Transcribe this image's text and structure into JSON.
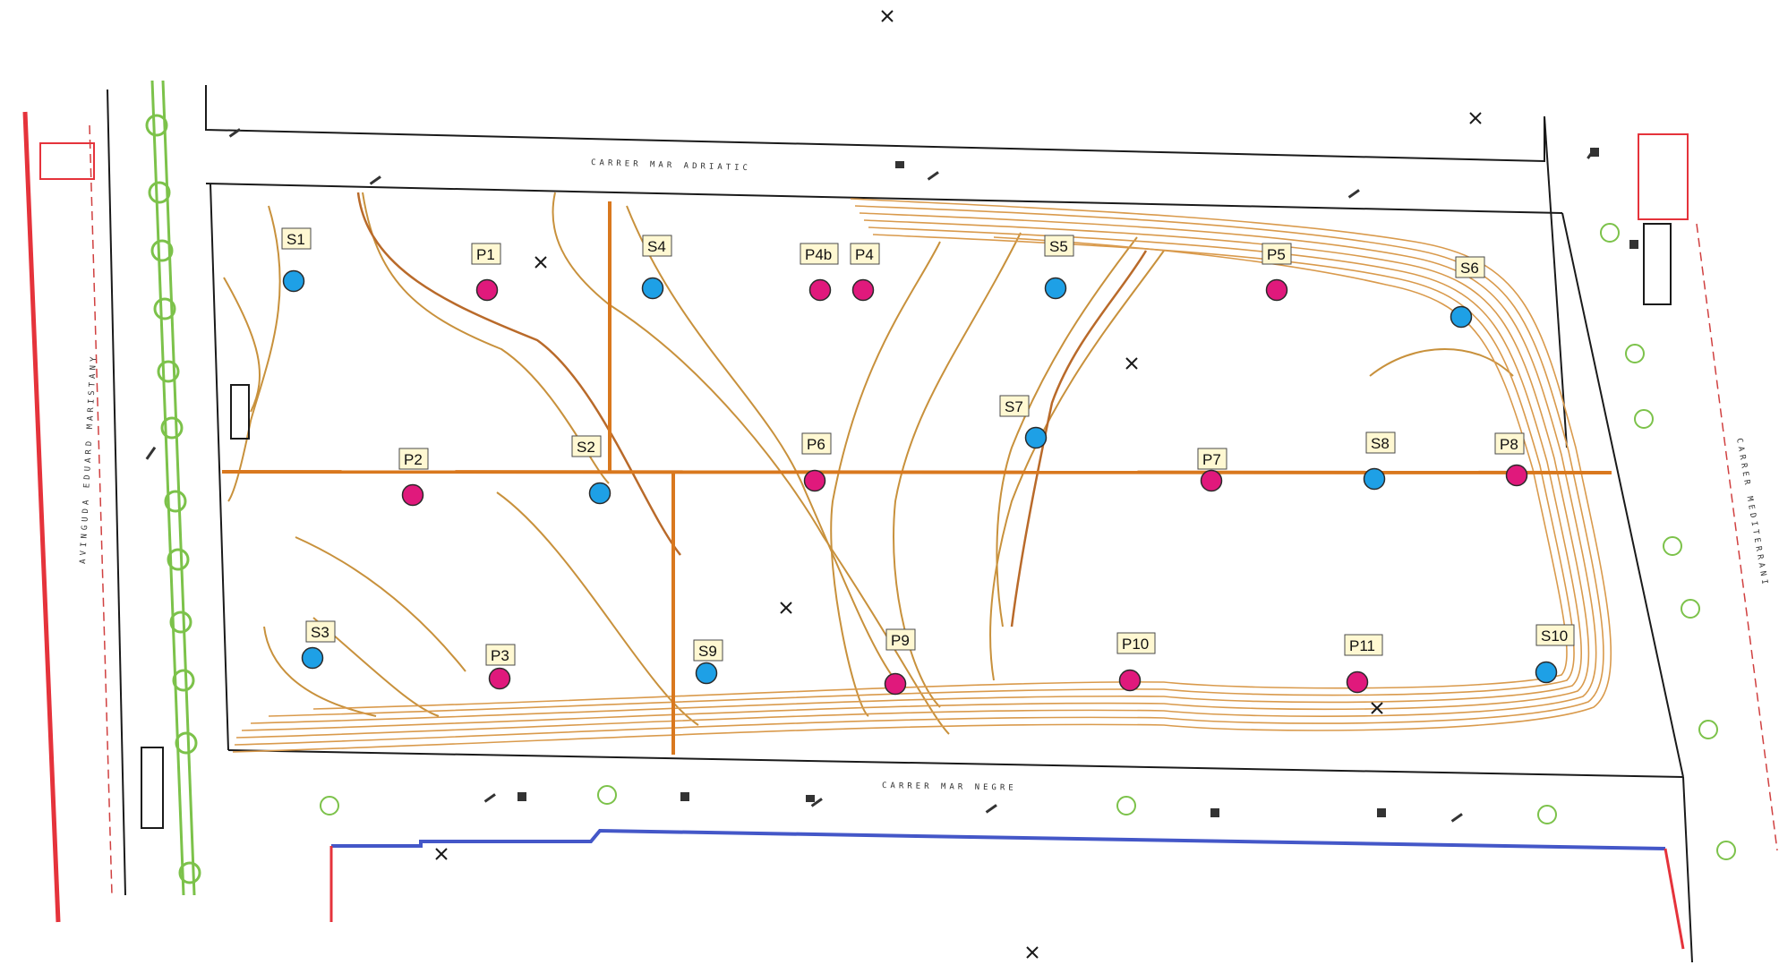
{
  "legend_colors": {
    "S": "#1ea0e6",
    "P": "#e0197c",
    "contour": "#c8913c",
    "contour_dark": "#b96a2a",
    "grid_line": "#d9781e",
    "tree": "#7cc24a",
    "boundary_red": "#e5333b",
    "boundary_blue": "#4457c8"
  },
  "streets": {
    "north": "CARRER MAR ADRIATIC",
    "south": "CARRER MAR NEGRE",
    "west": "AVINGUDA EDUARD MARISTANY",
    "east": "CARRER MEDITERRANI"
  },
  "points": [
    {
      "id": "S1",
      "type": "S"
    },
    {
      "id": "P1",
      "type": "P"
    },
    {
      "id": "S4",
      "type": "S"
    },
    {
      "id": "P4b",
      "type": "P"
    },
    {
      "id": "P4",
      "type": "P"
    },
    {
      "id": "S5",
      "type": "S"
    },
    {
      "id": "P5",
      "type": "P"
    },
    {
      "id": "S6",
      "type": "S"
    },
    {
      "id": "S7",
      "type": "S"
    },
    {
      "id": "P2",
      "type": "P"
    },
    {
      "id": "S2",
      "type": "S"
    },
    {
      "id": "P6",
      "type": "P"
    },
    {
      "id": "P7",
      "type": "P"
    },
    {
      "id": "S8",
      "type": "S"
    },
    {
      "id": "P8",
      "type": "P"
    },
    {
      "id": "S3",
      "type": "S"
    },
    {
      "id": "P3",
      "type": "P"
    },
    {
      "id": "S9",
      "type": "S"
    },
    {
      "id": "P9",
      "type": "P"
    },
    {
      "id": "P10",
      "type": "P"
    },
    {
      "id": "P11",
      "type": "P"
    },
    {
      "id": "S10",
      "type": "S"
    }
  ]
}
